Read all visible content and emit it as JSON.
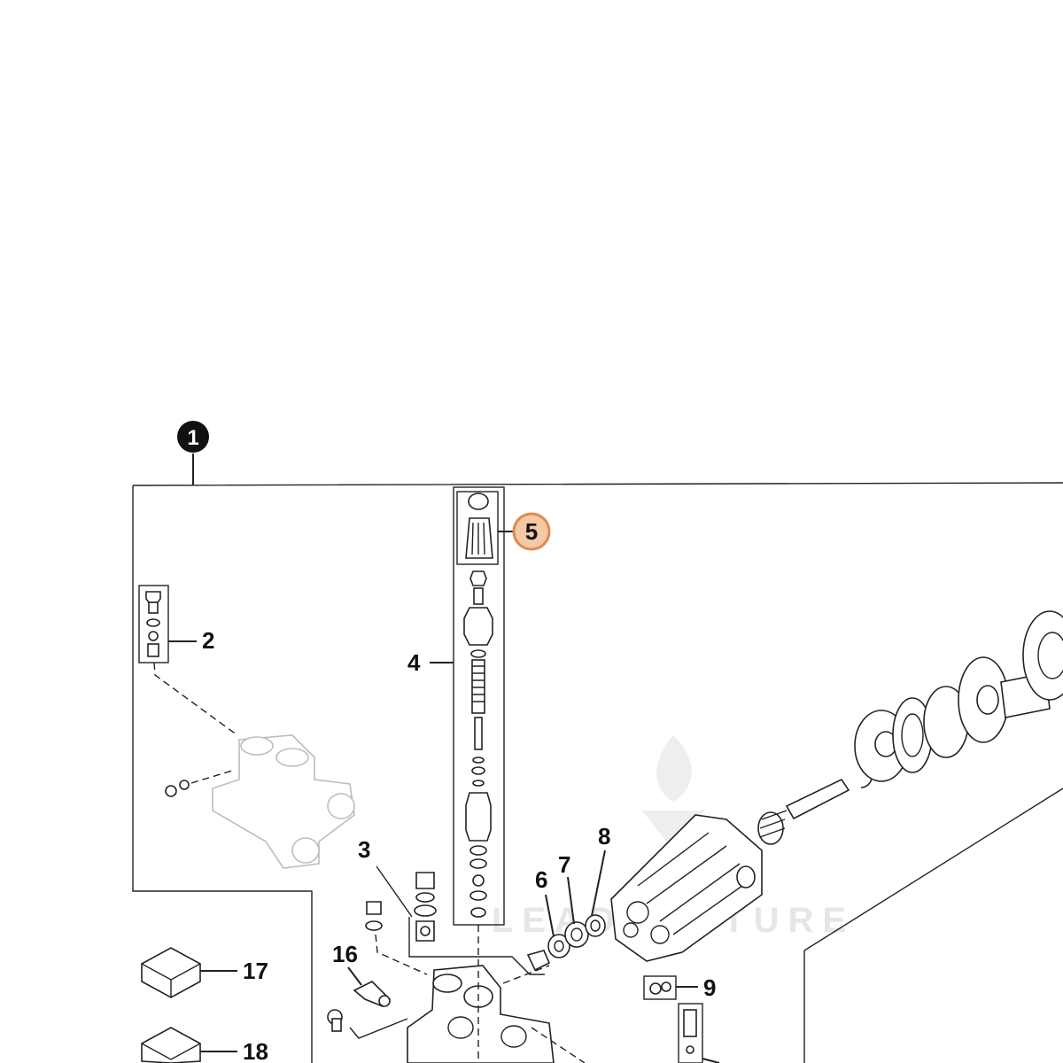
{
  "diagram": {
    "assembly_label": "1",
    "highlight_color": "#e8a06a",
    "watermark": "LEADVENTURE",
    "callouts": {
      "c2": "2",
      "c3": "3",
      "c4": "4",
      "c5": "5",
      "c6": "6",
      "c7": "7",
      "c8": "8",
      "c9": "9",
      "c16": "16",
      "c17": "17",
      "c18": "18"
    }
  }
}
